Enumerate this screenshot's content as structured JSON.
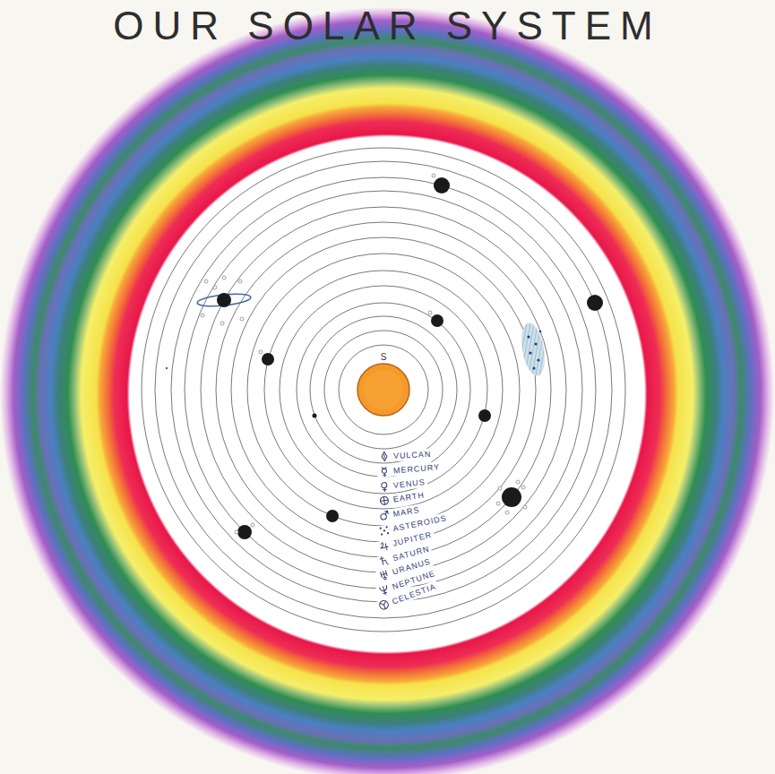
{
  "diagram": {
    "title": "OUR SOLAR SYSTEM",
    "labels": [
      "S"
    ],
    "legend": [
      {
        "text": "VULCAN"
      },
      {
        "text": "MERCURY"
      },
      {
        "text": "VENUS"
      },
      {
        "text": "EARTH"
      },
      {
        "text": "MARS"
      },
      {
        "text": "ASTEROIDS"
      },
      {
        "text": "JUPITER"
      },
      {
        "text": "SATURN"
      },
      {
        "text": "URANUS"
      },
      {
        "text": "NEPTUNE"
      },
      {
        "text": "CELESTIA"
      }
    ]
  }
}
